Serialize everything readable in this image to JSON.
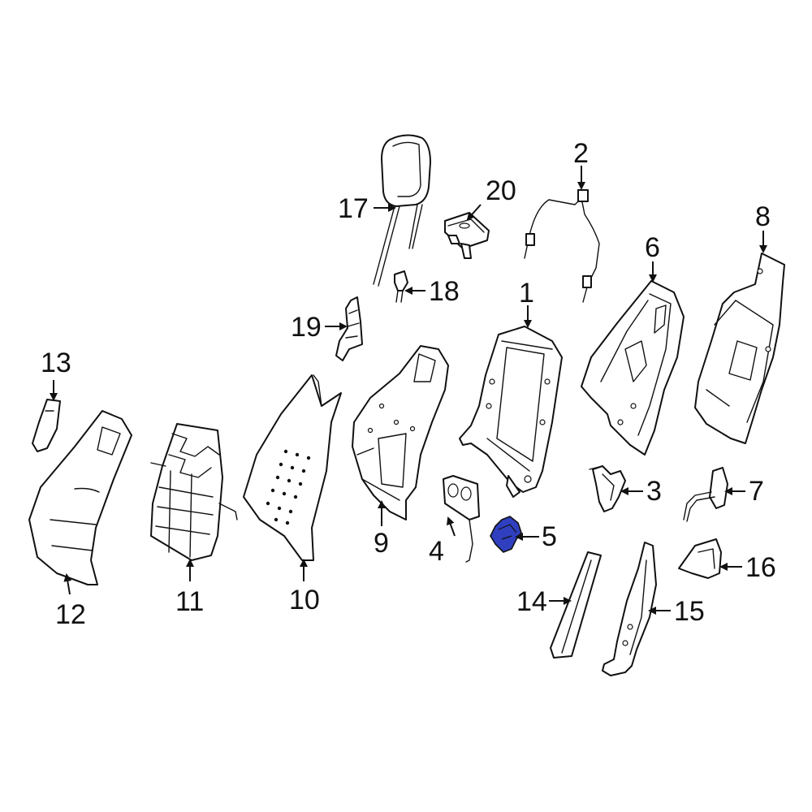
{
  "colors": {
    "highlight": "#2f3fbf"
  },
  "callouts": [
    {
      "id": "1",
      "text": "1"
    },
    {
      "id": "2",
      "text": "2"
    },
    {
      "id": "3",
      "text": "3"
    },
    {
      "id": "4",
      "text": "4"
    },
    {
      "id": "5",
      "text": "5"
    },
    {
      "id": "6",
      "text": "6"
    },
    {
      "id": "7",
      "text": "7"
    },
    {
      "id": "8",
      "text": "8"
    },
    {
      "id": "9",
      "text": "9"
    },
    {
      "id": "10",
      "text": "10"
    },
    {
      "id": "11",
      "text": "11"
    },
    {
      "id": "12",
      "text": "12"
    },
    {
      "id": "13",
      "text": "13"
    },
    {
      "id": "14",
      "text": "14"
    },
    {
      "id": "15",
      "text": "15"
    },
    {
      "id": "16",
      "text": "16"
    },
    {
      "id": "17",
      "text": "17"
    },
    {
      "id": "18",
      "text": "18"
    },
    {
      "id": "19",
      "text": "19"
    },
    {
      "id": "20",
      "text": "20"
    }
  ],
  "highlighted_part": "5"
}
